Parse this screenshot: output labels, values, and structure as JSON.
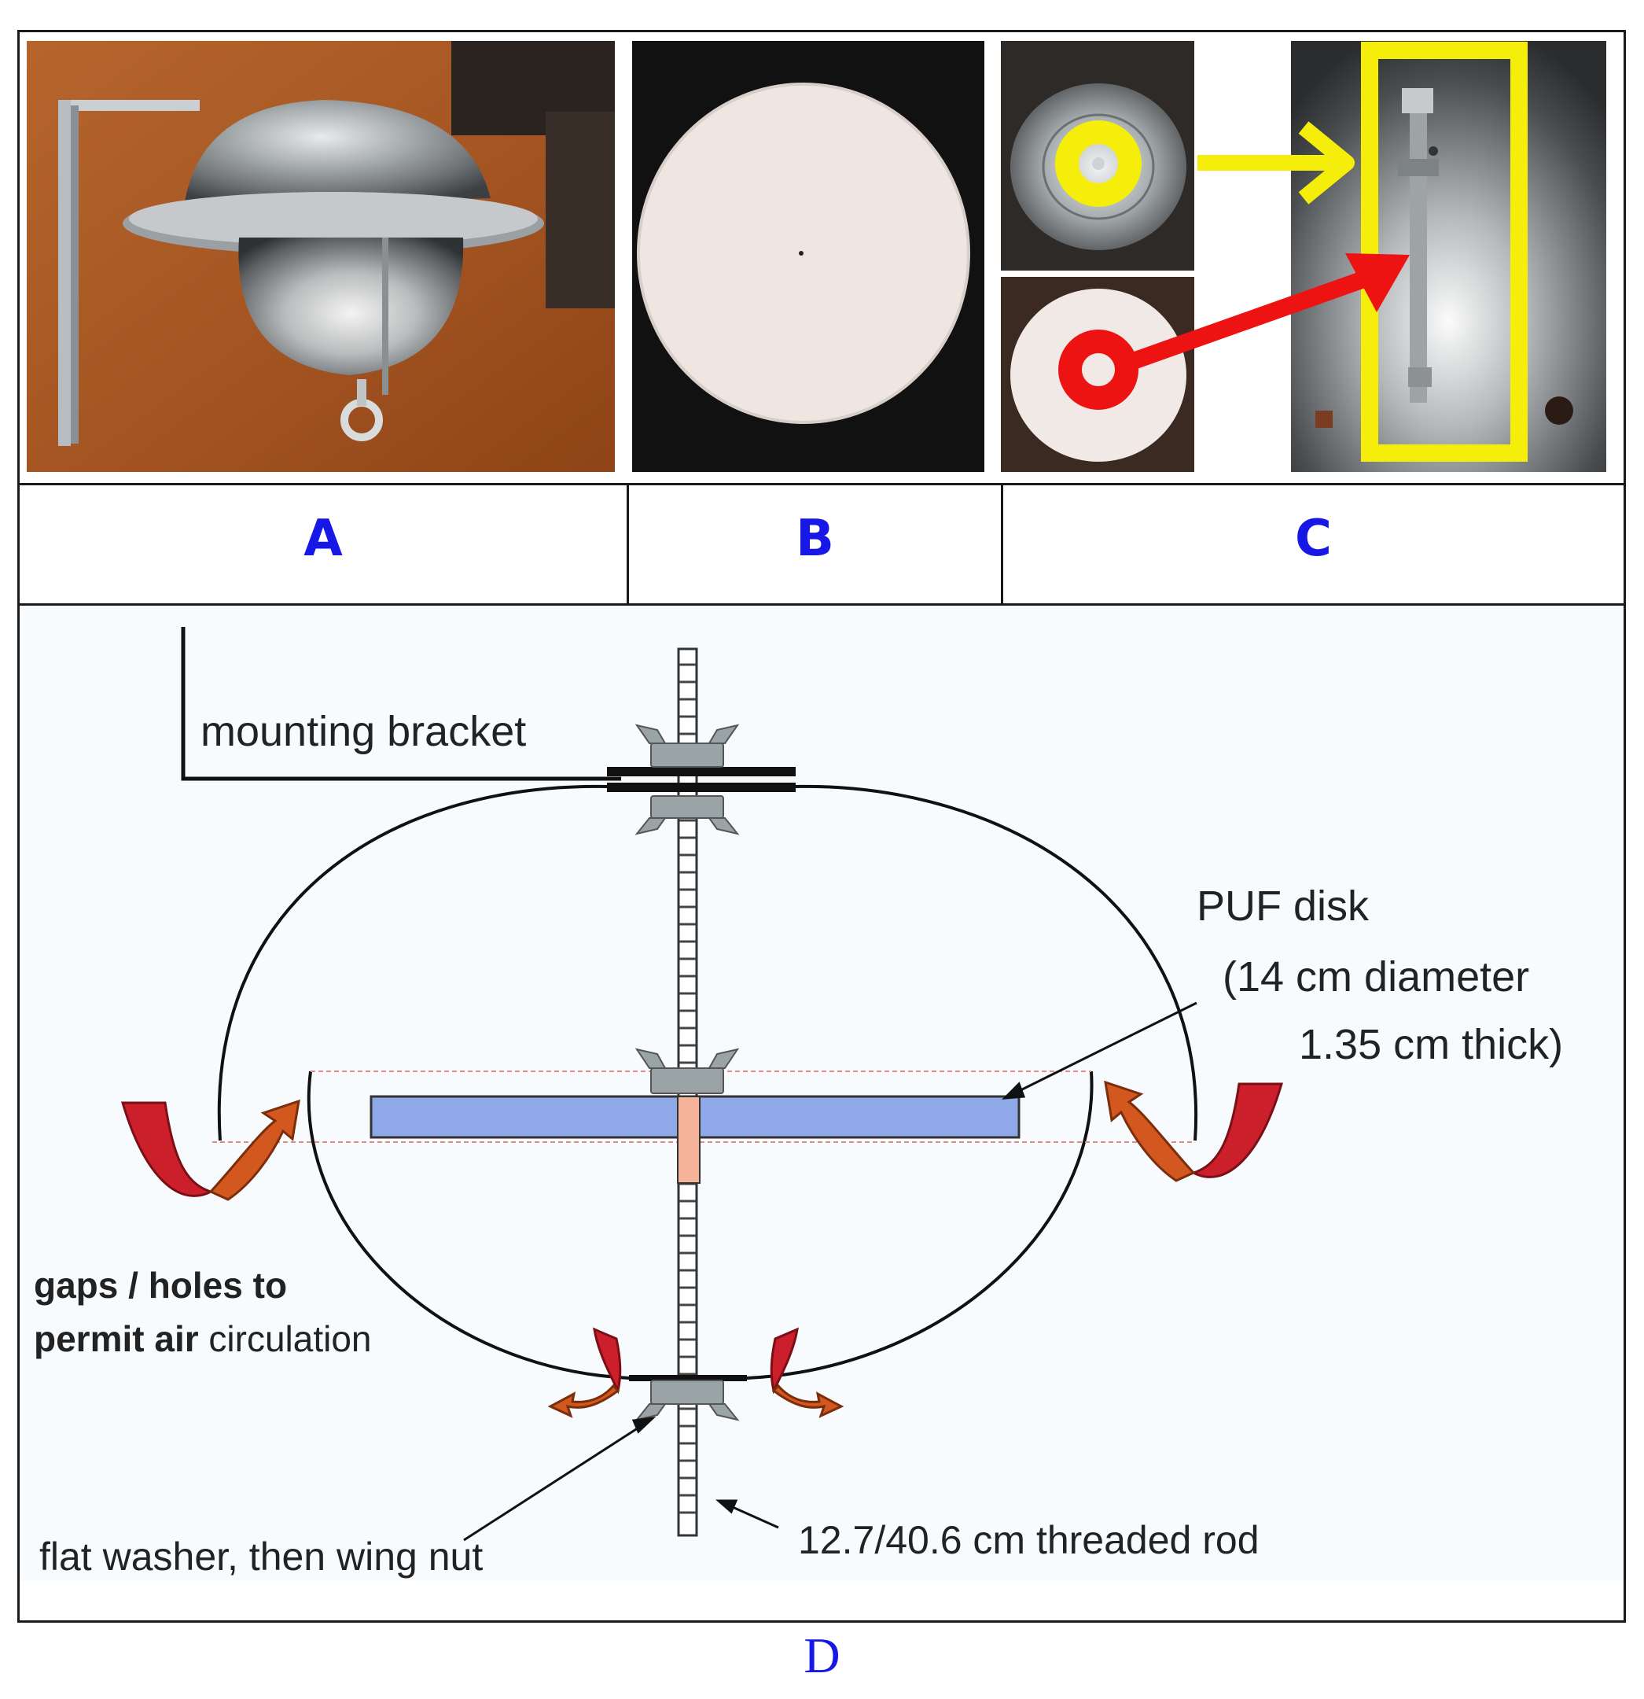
{
  "panels": {
    "a": "A",
    "b": "B",
    "c": "C",
    "d": "D"
  },
  "diagram": {
    "mounting_bracket": "mounting bracket",
    "puf_disk": "PUF disk",
    "puf_size_line1": "(14 cm diameter",
    "puf_size_line2": "1.35 cm thick)",
    "gaps_line1": "gaps / holes to",
    "gaps_line2_bold": "permit air",
    "gaps_line2_rest": " circulation",
    "washer": "flat washer, then wing nut",
    "rod": "12.7/40.6 cm threaded rod"
  },
  "colors": {
    "label_blue": "#1818e6",
    "puf_disk_fill": "#8fa8e8",
    "spacer_fill": "#f5b49a",
    "arrow_red": "#cc1f2c",
    "arrow_orange": "#d2581f",
    "marker_yellow": "#f5ee0a",
    "marker_red": "#ee1313"
  }
}
